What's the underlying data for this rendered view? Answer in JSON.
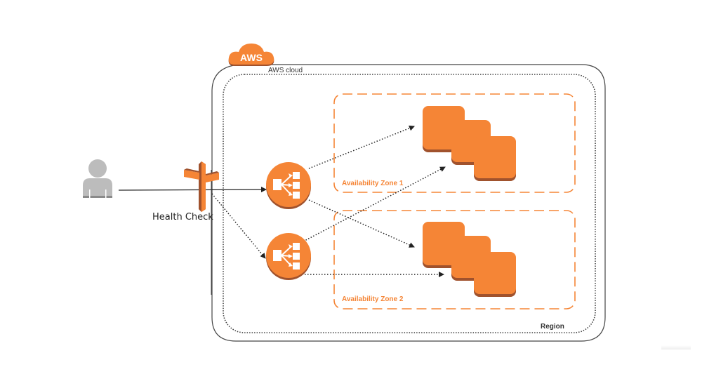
{
  "diagram": {
    "cloud_badge": "AWS",
    "cloud_label": "AWS cloud",
    "region_label": "Region",
    "health_check_label": "Health Check",
    "zones": [
      {
        "label": "Availability Zone 1"
      },
      {
        "label": "Availability Zone 2"
      }
    ],
    "nodes": {
      "user": "user-icon",
      "health_check": "route53-health-check-icon",
      "load_balancers": [
        "elastic-load-balancer-icon",
        "elastic-load-balancer-icon"
      ],
      "instance_groups": [
        "ec2-instances-icon",
        "ec2-instances-icon"
      ]
    },
    "colors": {
      "aws_orange": "#f58536",
      "aws_dark_orange": "#a0522d",
      "user_gray": "#bcbcbc",
      "line": "#222222"
    }
  }
}
